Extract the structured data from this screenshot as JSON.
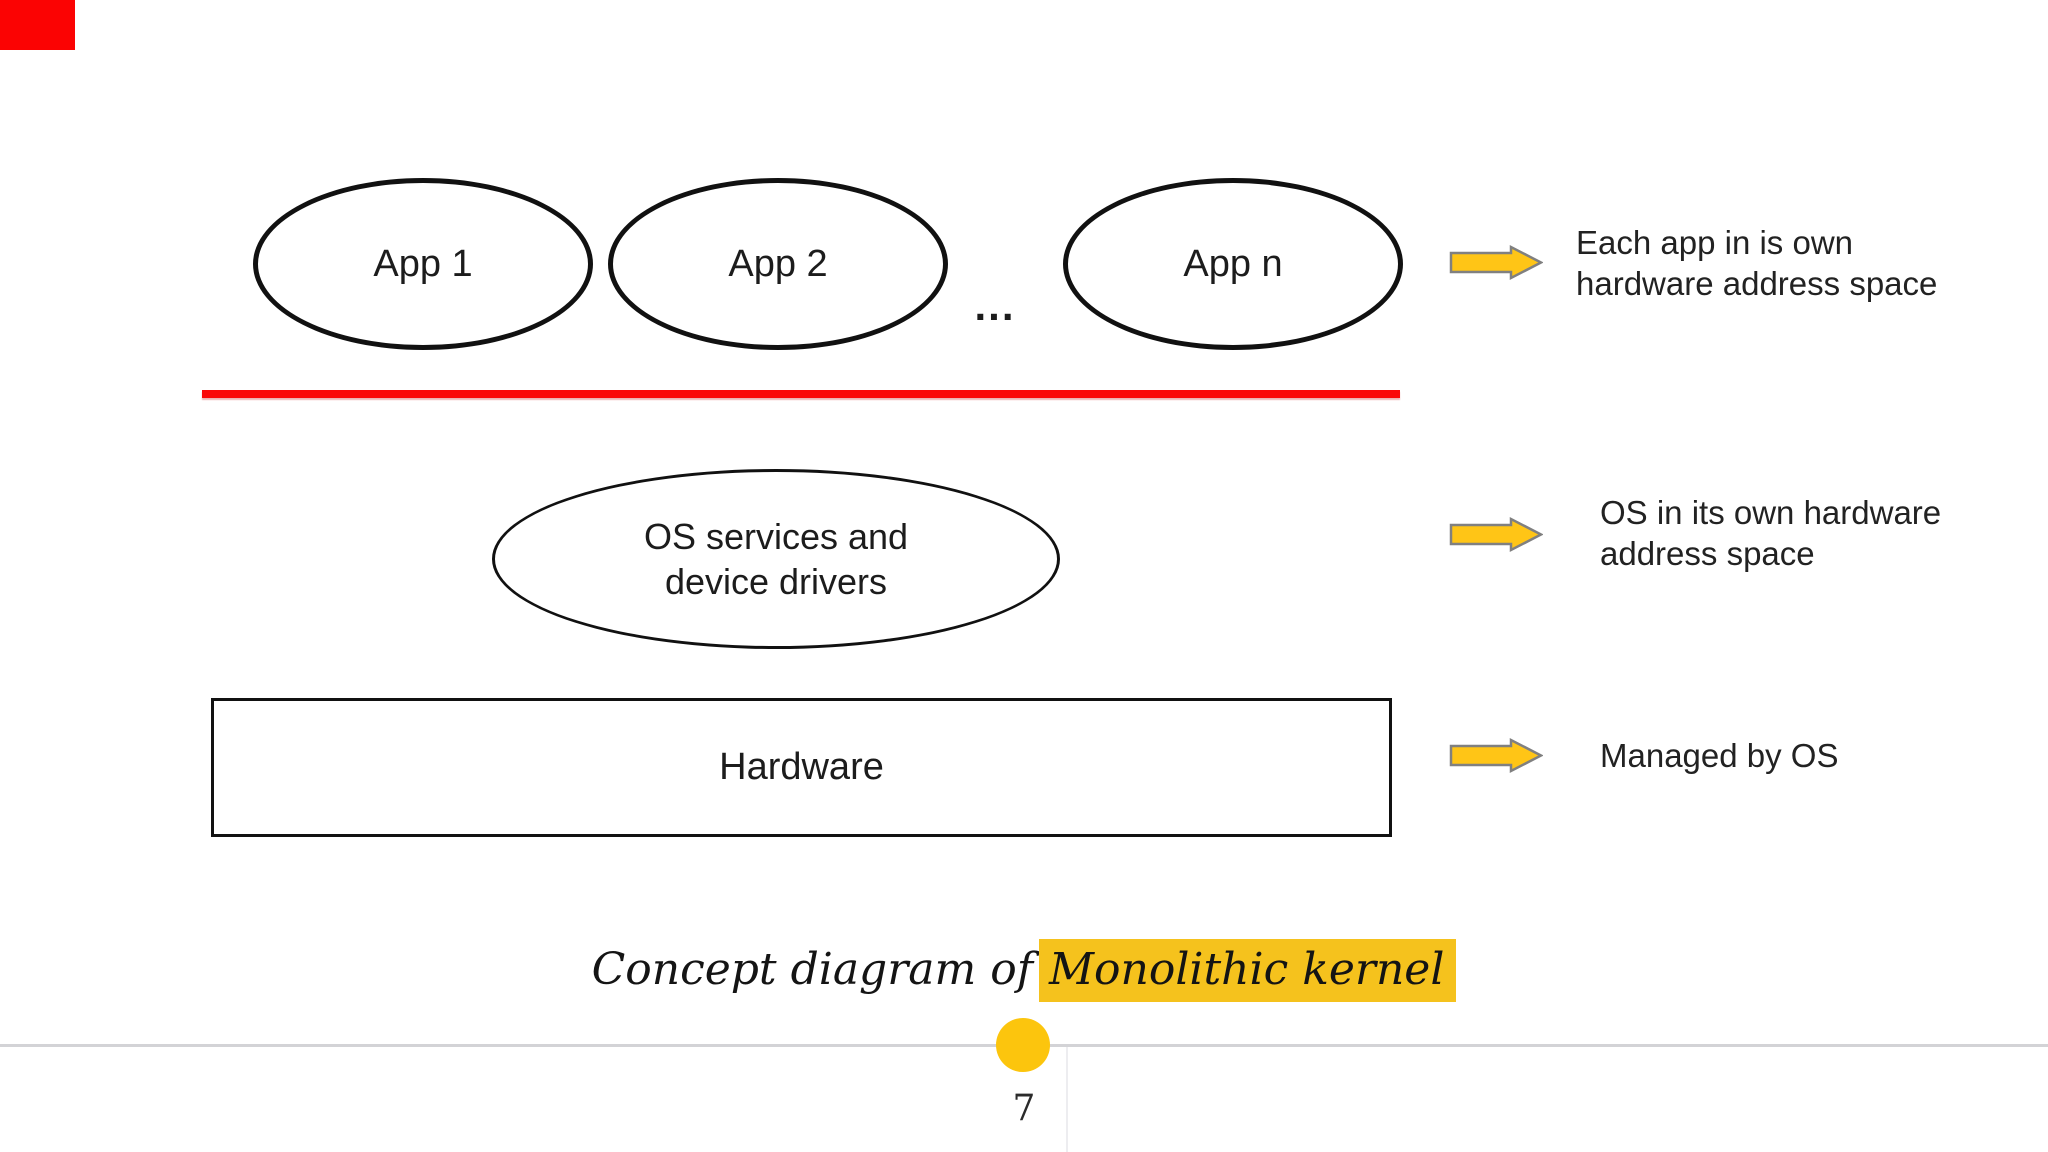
{
  "diagram": {
    "apps": {
      "app1": "App 1",
      "app2": "App 2",
      "ellipsis": "...",
      "appn": "App n"
    },
    "os": {
      "line1": "OS services and",
      "line2": "device drivers"
    },
    "hardware": {
      "label": "Hardware"
    },
    "annotations": {
      "each_app": {
        "line1": "Each app in is own",
        "line2": "hardware address space"
      },
      "os_space": {
        "line1": "OS in its own hardware",
        "line2": "address space"
      },
      "managed": {
        "line1": "Managed by OS"
      }
    }
  },
  "caption": {
    "prefix": "Concept diagram of",
    "highlighted": "Monolithic kernel"
  },
  "footer": {
    "page_number": "7"
  },
  "colors": {
    "arrow_fill": "#ffc516",
    "arrow_stroke": "#808080",
    "separator_red": "#fa0808",
    "highlight_yellow": "#f5c21d",
    "marker_yellow": "#fcc50d",
    "divider_gray": "#d3d3d6",
    "corner_red": "#fb0303",
    "shape_stroke": "#111111",
    "text_dark": "#212121"
  }
}
